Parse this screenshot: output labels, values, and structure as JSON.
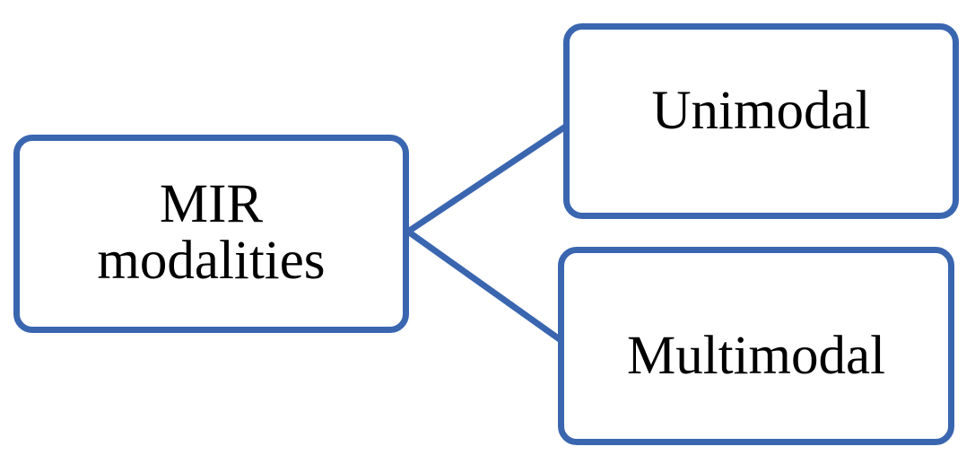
{
  "diagram": {
    "type": "tree",
    "orientation": "left-to-right",
    "background_color": "#ffffff",
    "accent_color": "#3a66b0",
    "text_color": "#000000",
    "root": {
      "id": "mir-modalities",
      "label": "MIR\nmodalities",
      "label_line_1": "MIR",
      "label_line_2": "modalities"
    },
    "children": [
      {
        "id": "unimodal",
        "label": "Unimodal"
      },
      {
        "id": "multimodal",
        "label": "Multimodal"
      }
    ],
    "connectors": [
      {
        "id": "connector-root-unimodal",
        "from": "mir-modalities",
        "to": "unimodal",
        "color": "#3a66b0",
        "width": 7
      },
      {
        "id": "connector-root-multimodal",
        "from": "mir-modalities",
        "to": "multimodal",
        "color": "#3a66b0",
        "width": 7
      }
    ]
  }
}
